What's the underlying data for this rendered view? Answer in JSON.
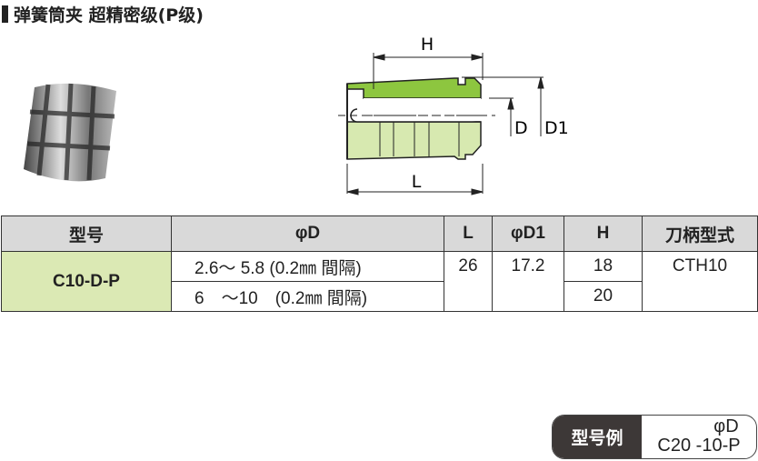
{
  "title": "弹簧筒夹 超精密级(P级)",
  "diagram": {
    "H": "H",
    "L": "L",
    "D": "D",
    "D1": "D1"
  },
  "table": {
    "headers": [
      "型号",
      "φD",
      "L",
      "φD1",
      "H",
      "刀柄型式"
    ],
    "model": "C10-D-P",
    "rows": [
      {
        "d": "2.6～ 5.8 (0.2㎜ 間隔)",
        "h": "18"
      },
      {
        "d": "6　～10　(0.2㎜ 間隔)",
        "h": "20"
      }
    ],
    "L": "26",
    "D1": "17.2",
    "shank": "CTH10"
  },
  "example": {
    "label": "型号例",
    "top": "φD",
    "bottom": "C20 -10-P"
  },
  "colors": {
    "green": "#8dc63f",
    "light_green": "#d7e9b0",
    "header": "#d9d9d9"
  }
}
